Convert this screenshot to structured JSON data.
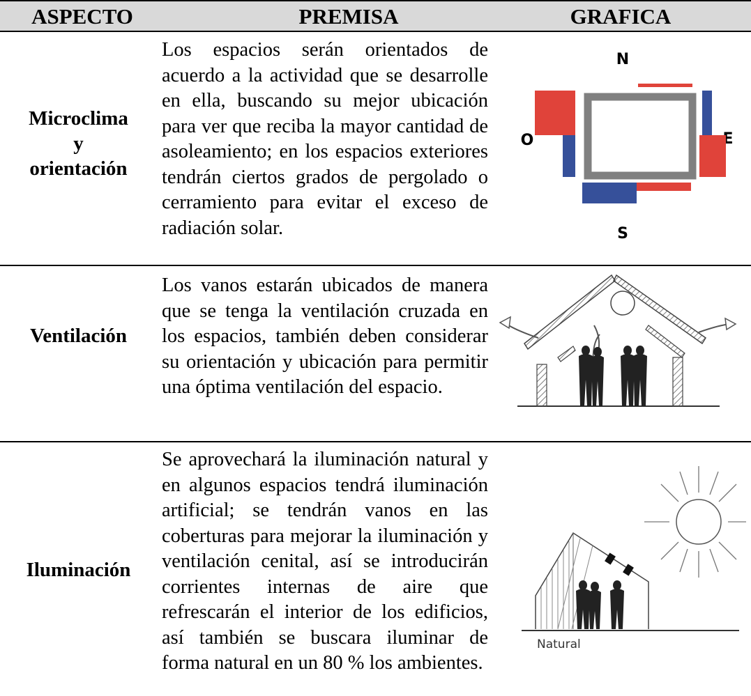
{
  "headers": {
    "aspect": "ASPECTO",
    "premise": "PREMISA",
    "graphic": "GRAFICA"
  },
  "rows": [
    {
      "aspect": "Microclima y orientación",
      "aspect_lines": [
        "Microclima",
        "y",
        "orientación"
      ],
      "premise": "Los espacios serán orientados de acuerdo a la actividad que se desarrolle en ella, buscando su mejor ubicación para ver que reciba la mayor cantidad de asoleamiento; en los espacios exteriores tendrán ciertos grados de pergolado o cerramiento para evitar el exceso de radiación solar.",
      "graphic": {
        "type": "orientation-diagram",
        "labels": {
          "n": "N",
          "s": "S",
          "e": "E",
          "o": "O"
        },
        "colors": {
          "red": "#e0433a",
          "blue": "#36509a",
          "gray": "#808080"
        }
      }
    },
    {
      "aspect": "Ventilación",
      "premise": "Los vanos estarán ubicados de manera que se tenga la ventilación cruzada en los espacios, también deben considerar su orientación y ubicación para permitir una óptima ventilación del espacio.",
      "graphic": {
        "type": "cross-ventilation-sketch"
      }
    },
    {
      "aspect": "Iluminación",
      "premise": "Se aprovechará la iluminación natural y en algunos espacios tendrá iluminación artificial; se tendrán vanos en las coberturas para mejorar la iluminación y ventilación cenital, así se introducirán corrientes internas de aire que refrescarán el interior de los edificios, así también se buscara iluminar de forma natural en un 80 % los ambientes.",
      "graphic": {
        "type": "natural-lighting-sketch",
        "caption": "Natural"
      }
    }
  ]
}
